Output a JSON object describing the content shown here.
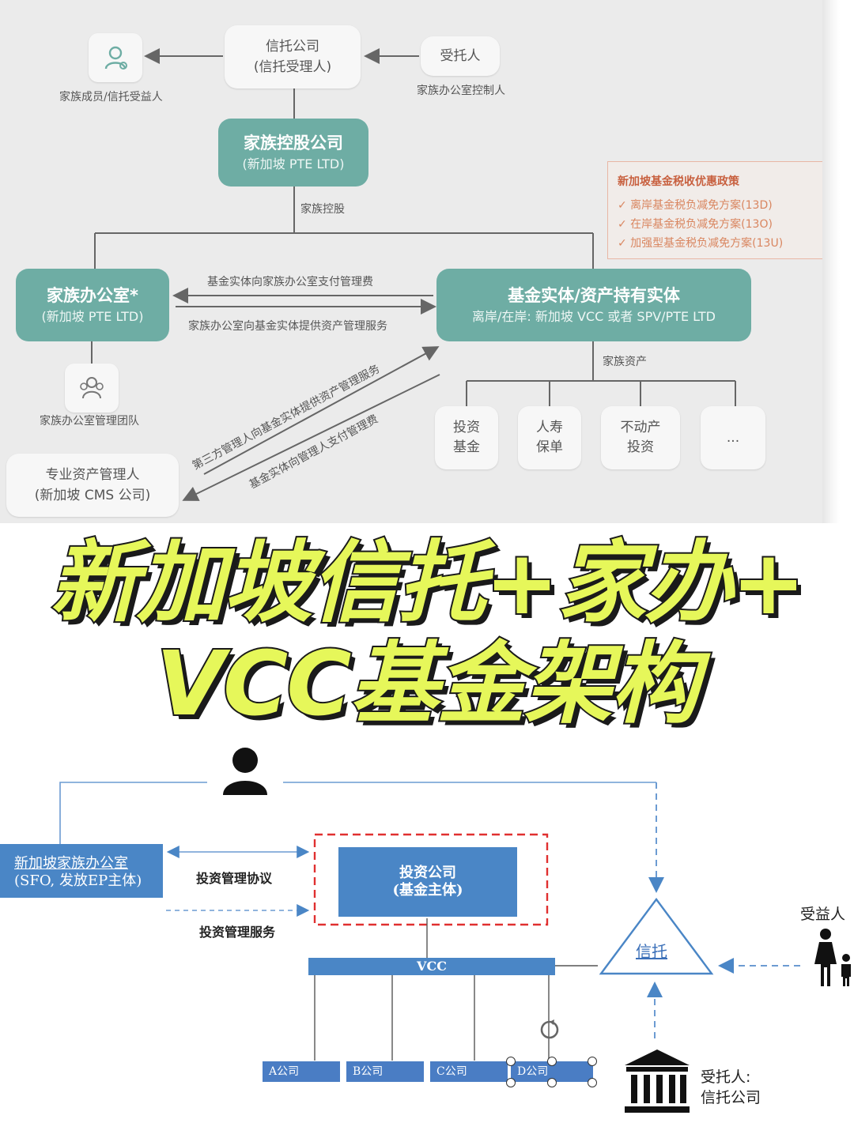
{
  "top": {
    "trust_company": {
      "line1": "信托公司",
      "line2": "(信托受理人)"
    },
    "trustee": {
      "label": "受托人",
      "caption": "家族办公室控制人"
    },
    "beneficiary_caption": "家族成员/信托受益人",
    "holding": {
      "line1": "家族控股公司",
      "line2": "(新加坡 PTE LTD)",
      "caption": "家族控股"
    },
    "family_office": {
      "line1": "家族办公室*",
      "line2": "(新加坡 PTE LTD)"
    },
    "fund_entity": {
      "line1": "基金实体/资产持有实体",
      "line2": "离岸/在岸:  新加坡 VCC 或者 SPV/PTE LTD"
    },
    "arrow_upper": "基金实体向家族办公室支付管理费",
    "arrow_lower": "家族办公室向基金实体提供资产管理服务",
    "fo_team_caption": "家族办公室管理团队",
    "pro_manager": {
      "line1": "专业资产管理人",
      "line2": "(新加坡 CMS 公司)"
    },
    "diag_upper": "第三方管理人向基金实体提供资产管理服务",
    "diag_lower": "基金实体向管理人支付管理费",
    "family_assets_caption": "家族资产",
    "assets": [
      {
        "line1": "投资",
        "line2": "基金"
      },
      {
        "line1": "人寿",
        "line2": "保单"
      },
      {
        "line1": "不动产",
        "line2": "投资"
      },
      {
        "line1": "...",
        "line2": ""
      }
    ],
    "policy": {
      "title": "新加坡基金税收优惠政策",
      "items": [
        "✓ 离岸基金税负减免方案(13D)",
        "✓ 在岸基金税负减免方案(13O)",
        "✓ 加强型基金税负减免方案(13U)"
      ]
    }
  },
  "title": {
    "line1": "新加坡信托+家办+",
    "line2": "VCC基金架构"
  },
  "bottom": {
    "sfo": {
      "line1": "新加坡家族办公室",
      "line2": "(SFO, 发放EP主体)"
    },
    "agreement_label": "投资管理协议",
    "service_label": "投资管理服务",
    "investment_company": {
      "line1": "投资公司",
      "line2": "(基金主体)"
    },
    "vcc_label": "VCC",
    "trust_label": "信托",
    "beneficiary_label": "受益人",
    "trustee_label": {
      "line1": "受托人:",
      "line2": "信托公司"
    },
    "companies": [
      "A公司",
      "B公司",
      "C公司",
      "D公司"
    ]
  },
  "colors": {
    "teal": "#6eada4",
    "blue": "#4a86c6",
    "title_fill": "#e6f75a",
    "dashed_red": "#e03030"
  }
}
